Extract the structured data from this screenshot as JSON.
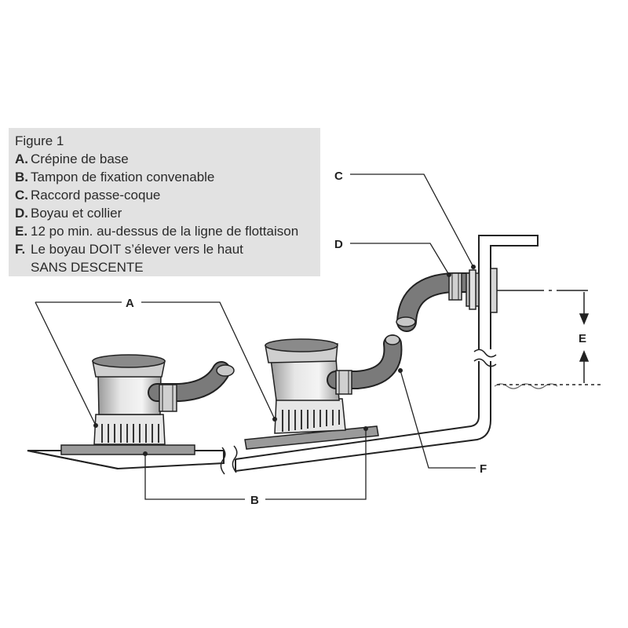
{
  "legend": {
    "title": "Figure 1",
    "items": [
      {
        "letter": "A.",
        "text": "Crépine de base"
      },
      {
        "letter": "B.",
        "text": "Tampon de fixation convenable"
      },
      {
        "letter": "C.",
        "text": "Raccord passe-coque"
      },
      {
        "letter": "D.",
        "text": "Boyau et collier"
      },
      {
        "letter": "E.",
        "text": "12 po min. au-dessus de la ligne de flottaison"
      },
      {
        "letter": "F.",
        "text": "Le boyau DOIT s’élever vers le haut"
      }
    ],
    "continuation": "SANS DESCENTE"
  },
  "callouts": {
    "a": "A",
    "b": "B",
    "c": "C",
    "d": "D",
    "e": "E",
    "f": "F"
  },
  "colors": {
    "hose": "#7a7a7a",
    "pad": "#9a9a9a",
    "pump": "#d8d8d8",
    "line": "#222222",
    "legend_bg": "#e2e2e2"
  }
}
